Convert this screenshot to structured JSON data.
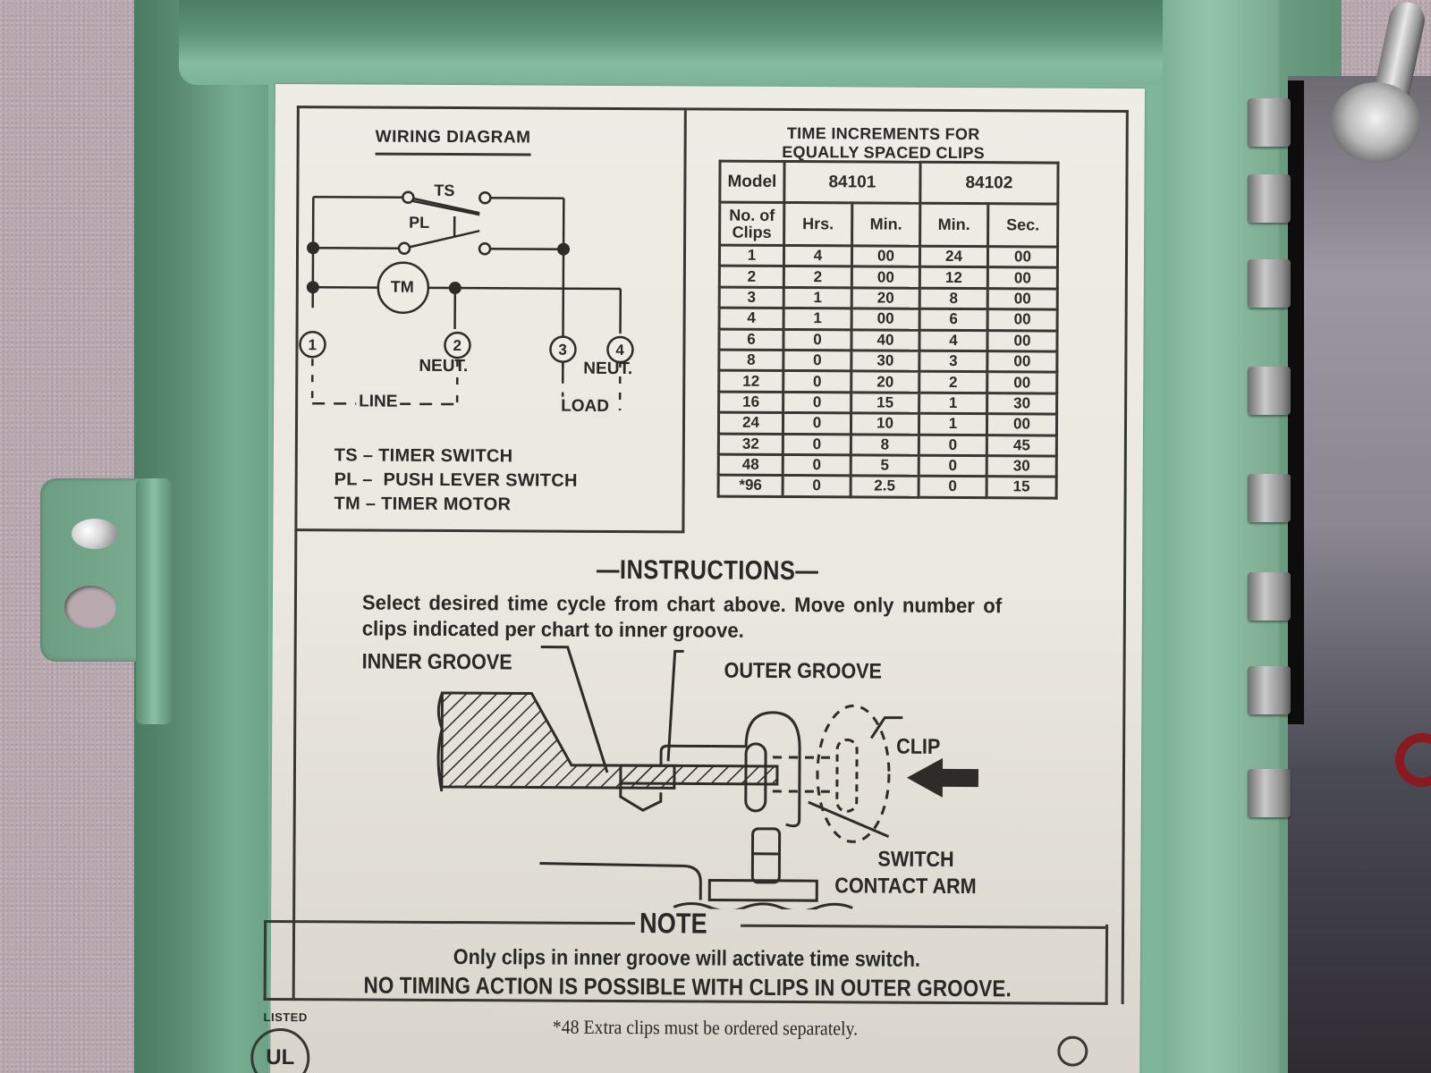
{
  "scene": {
    "description": "Photo of an open green metal timer enclosure with an instruction label",
    "colors": {
      "enclosure_green": "#7fb59a",
      "background_carpet": "#b9aab0",
      "label_paper": "#ebe8e1",
      "ink": "#2a2826"
    }
  },
  "wiring_diagram": {
    "title": "WIRING DIAGRAM",
    "switch_labels": [
      "TS",
      "PL"
    ],
    "motor_label": "TM",
    "terminals": [
      "1",
      "2",
      "3",
      "4"
    ],
    "terminal_labels": {
      "neut_2": "NEUT.",
      "neut_4": "NEUT.",
      "line": "LINE",
      "load": "LOAD"
    },
    "legend": [
      "TS – TIMER SWITCH",
      "PL –  PUSH LEVER SWITCH",
      "TM – TIMER MOTOR"
    ]
  },
  "time_table": {
    "title_line1": "TIME INCREMENTS FOR",
    "title_line2": "EQUALLY SPACED CLIPS",
    "model_label": "Model",
    "models": [
      "84101",
      "84102"
    ],
    "col_headers": [
      "No. of Clips",
      "Hrs.",
      "Min.",
      "Min.",
      "Sec."
    ],
    "rows": [
      [
        "1",
        "4",
        "00",
        "24",
        "00"
      ],
      [
        "2",
        "2",
        "00",
        "12",
        "00"
      ],
      [
        "3",
        "1",
        "20",
        "8",
        "00"
      ],
      [
        "4",
        "1",
        "00",
        "6",
        "00"
      ],
      [
        "6",
        "0",
        "40",
        "4",
        "00"
      ],
      [
        "8",
        "0",
        "30",
        "3",
        "00"
      ],
      [
        "12",
        "0",
        "20",
        "2",
        "00"
      ],
      [
        "16",
        "0",
        "15",
        "1",
        "30"
      ],
      [
        "24",
        "0",
        "10",
        "1",
        "00"
      ],
      [
        "32",
        "0",
        "8",
        "0",
        "45"
      ],
      [
        "48",
        "0",
        "5",
        "0",
        "30"
      ],
      [
        "*96",
        "0",
        "2.5",
        "0",
        "15"
      ]
    ]
  },
  "instructions": {
    "title": "—INSTRUCTIONS—",
    "text": "Select desired time cycle from chart above. Move only number of clips indicated per chart to inner groove.",
    "diagram_labels": {
      "inner_groove": "INNER GROOVE",
      "outer_groove": "OUTER GROOVE",
      "clip": "CLIP",
      "switch": "SWITCH",
      "contact_arm": "CONTACT ARM"
    }
  },
  "note": {
    "title": "NOTE",
    "line1": "Only clips in inner groove will activate time switch.",
    "line2": "NO TIMING ACTION IS POSSIBLE WITH CLIPS IN OUTER GROOVE."
  },
  "footnote": "*48 Extra clips must be ordered separately.",
  "certification": {
    "listed_label": "LISTED",
    "ul_mark": "UL"
  }
}
